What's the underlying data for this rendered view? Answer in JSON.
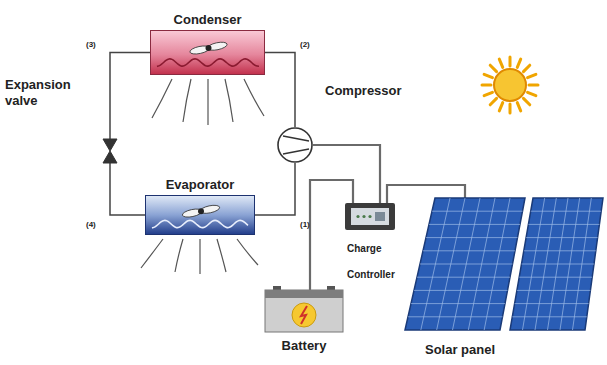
{
  "diagram": {
    "nodes": [
      {
        "text": [
          "Condenser"
        ]
      },
      {
        "text": [
          "Evaporator"
        ]
      },
      {
        "text": [
          "Compressor"
        ]
      },
      {
        "text": [
          "Expansion valve"
        ]
      },
      {
        "text": [
          "Charge Controller"
        ]
      },
      {
        "text": [
          "Battery"
        ]
      },
      {
        "text": [
          "Solar panel"
        ]
      }
    ],
    "edges": [
      {
        "from": 0,
        "to": 2,
        "arrow": "none"
      },
      {
        "from": 0,
        "to": 3,
        "arrow": "none"
      },
      {
        "from": 3,
        "to": 1,
        "arrow": "none"
      },
      {
        "from": 1,
        "to": 2,
        "arrow": "none"
      },
      {
        "from": 4,
        "to": 2,
        "arrow": "none"
      },
      {
        "from": 4,
        "to": 5,
        "arrow": "none"
      },
      {
        "from": 4,
        "to": 6,
        "arrow": "none"
      }
    ],
    "labels": [
      "(1)",
      "(2)",
      "(3)",
      "(4)"
    ]
  }
}
